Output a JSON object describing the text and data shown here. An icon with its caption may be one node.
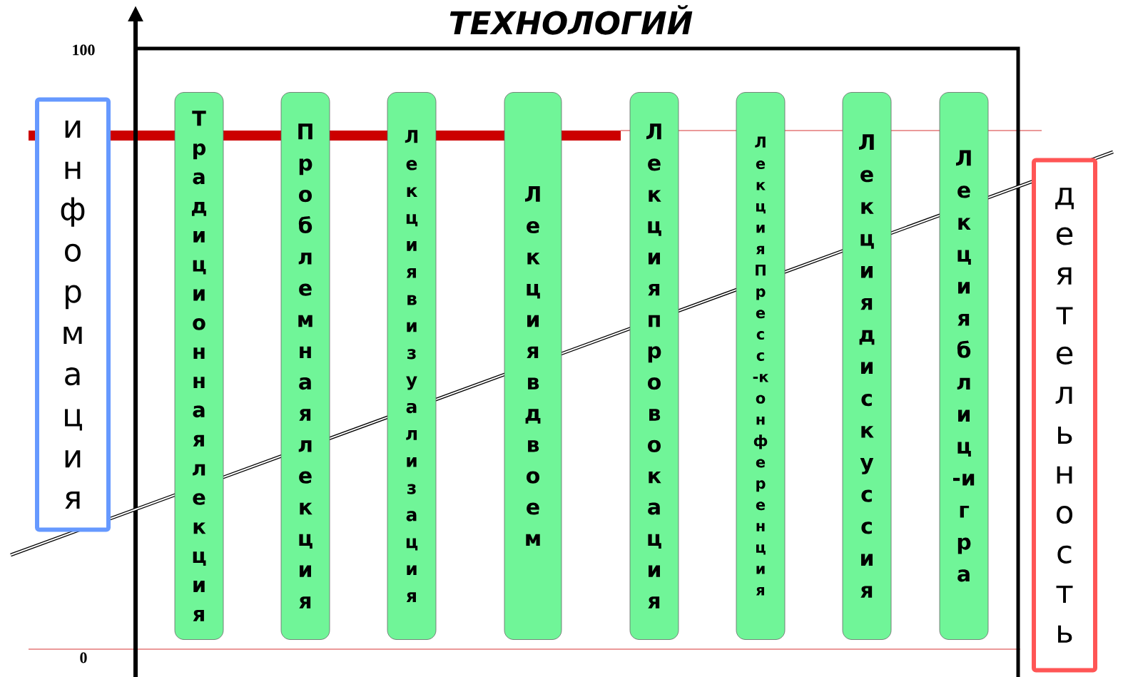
{
  "diagram": {
    "title": "ТЕХНОЛОГИЙ",
    "nodes": [
      {
        "text": [
          "информация"
        ]
      },
      {
        "text": [
          "Традиционная лекция"
        ]
      },
      {
        "text": [
          "Проблемная лекция"
        ]
      },
      {
        "text": [
          "Лекция визуализация"
        ]
      },
      {
        "text": [
          "Лекция вдвоем"
        ]
      },
      {
        "text": [
          "Лекция провокация"
        ]
      },
      {
        "text": [
          "Лекция Пресс-конференция"
        ]
      },
      {
        "text": [
          "Лекция дискуссия"
        ]
      },
      {
        "text": [
          "Лекция блиц-игра"
        ]
      },
      {
        "text": [
          "деятельность"
        ]
      }
    ],
    "labels": [
      "100",
      "0"
    ]
  }
}
